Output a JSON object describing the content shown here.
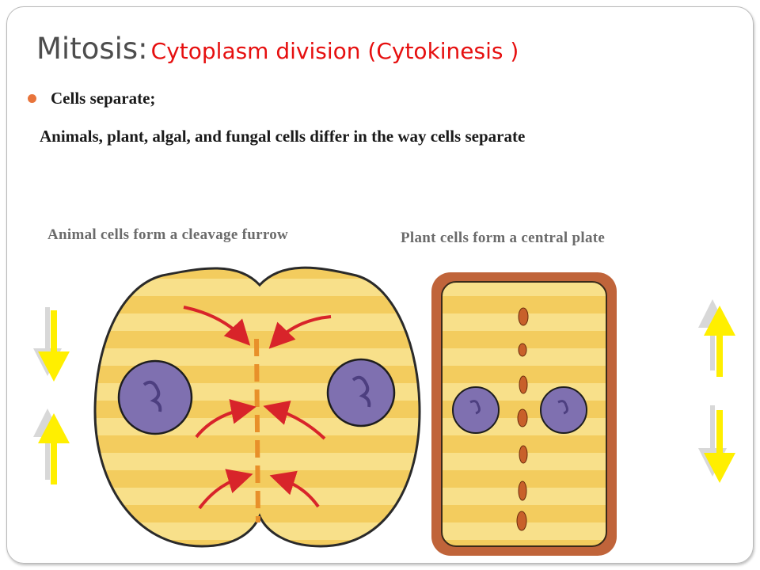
{
  "slide": {
    "title_main": "Mitosis:",
    "title_sub": "Cytoplasm division (Cytokinesis )",
    "bullet_text": "Cells separate;",
    "subline": "Animals, plant, algal, and fungal cells differ in the way cells separate",
    "caption_animal": "Animal cells form a cleavage furrow",
    "caption_plant": "Plant cells form a central plate"
  },
  "colors": {
    "title_main": "#4d4d4d",
    "title_sub": "#e60f0f",
    "bullet": "#e8743b",
    "cell_fill": "#f8e08a",
    "nucleus": "#7f70b0",
    "furrow_arrow": "#d8242a",
    "plate": "#c8602a",
    "plant_wall": "#c0643a",
    "yellow_arrow": "#ffef00"
  },
  "icons": [
    "bullet-dot",
    "yellow-arrow-down",
    "yellow-arrow-up",
    "red-arrow",
    "nucleus"
  ]
}
